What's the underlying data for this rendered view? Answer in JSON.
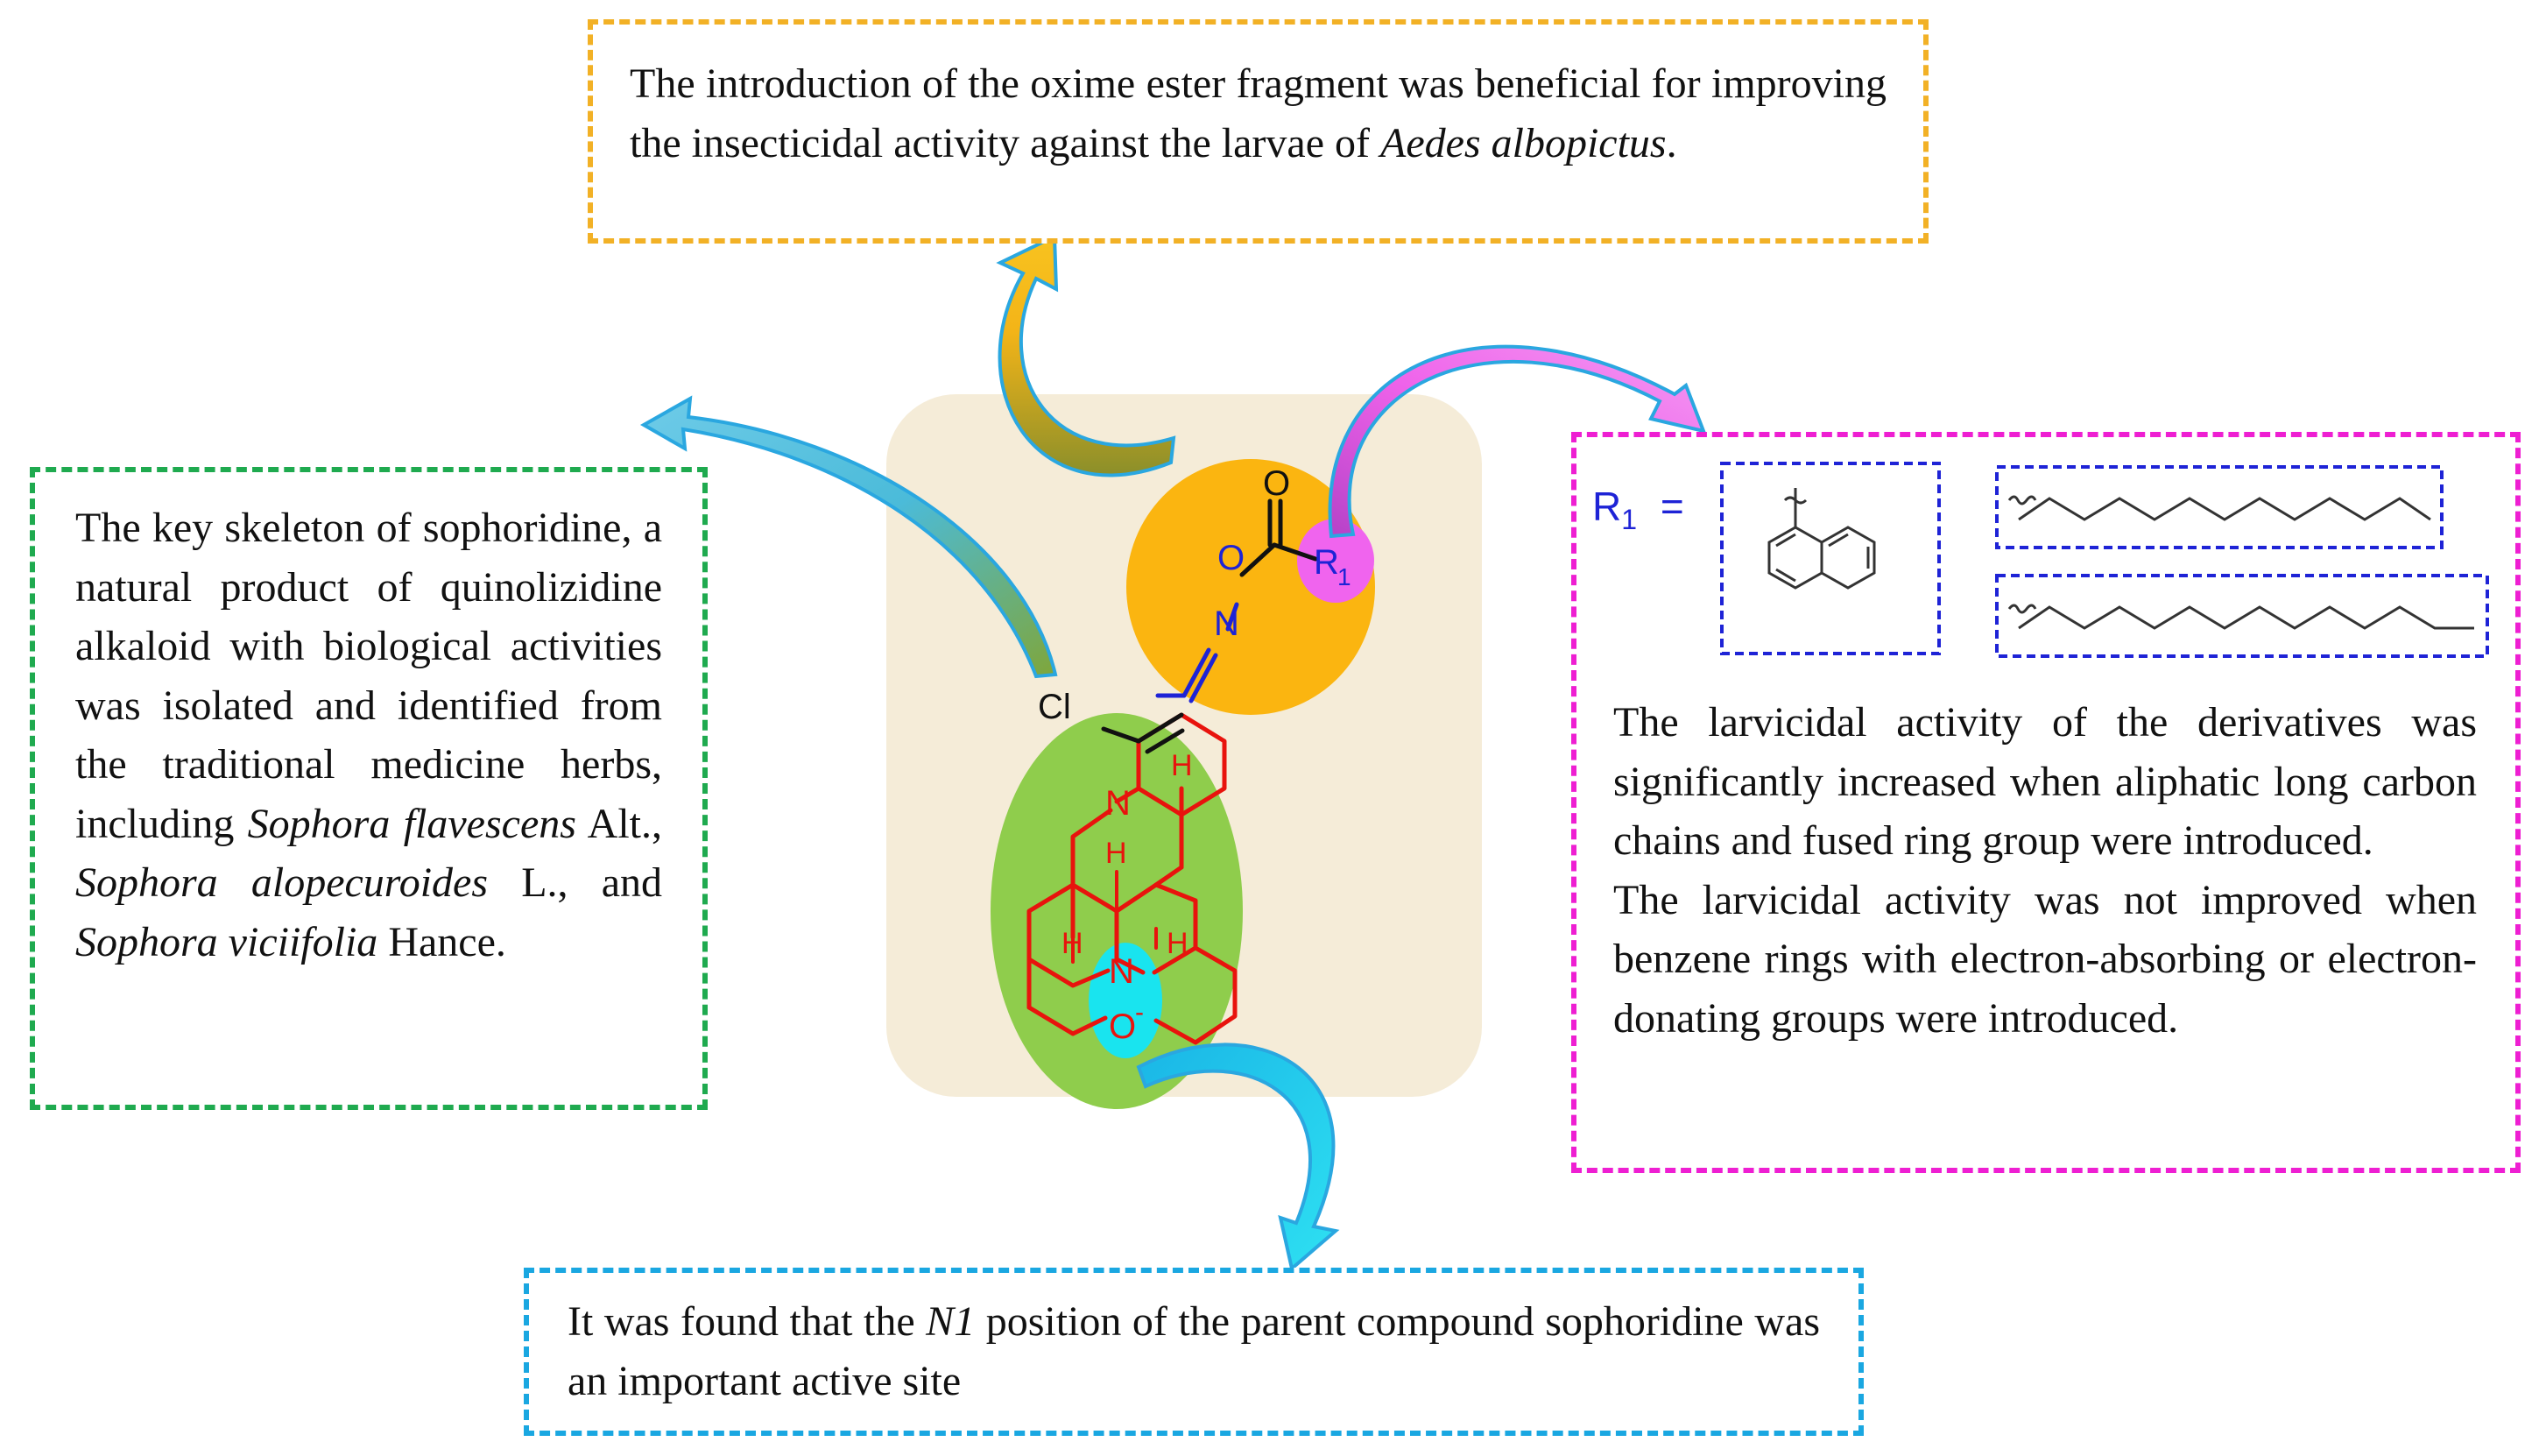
{
  "top_box": {
    "text_prefix": "The introduction of the oxime ester fragment was beneficial for improving the insecticidal activity against the larvae of ",
    "text_italic": "Aedes albopictus",
    "text_suffix": "."
  },
  "left_box": {
    "text_1": "The key skeleton of sophoridine, a natural product of quinolizidine alkaloid with biological activities was isolated and identified from the traditional medicine herbs, including ",
    "italic_1": "Sophora flavescens",
    "text_2": " Alt., ",
    "italic_2": "Sophora alopecuroides",
    "text_3": " L., and ",
    "italic_3": "Sophora viciifolia",
    "text_4": " Hance."
  },
  "right_box": {
    "r_label": "R",
    "r_subscript": "1",
    "r_equals": "=",
    "paragraph_1": "The larvicidal activity of the derivatives was significantly increased when aliphatic long carbon chains and fused ring group were introduced.",
    "paragraph_2": "The larvicidal activity was not improved when benzene rings with electron-absorbing or electron-donating groups were introduced."
  },
  "bottom_box": {
    "text_prefix": "It was found that the ",
    "text_italic": "N1",
    "text_suffix": " position of the parent compound sophoridine was an important active site"
  },
  "molecule": {
    "atom_o_carbonyl": "O",
    "atom_o_ester": "O",
    "atom_n_oxime": "N",
    "atom_r": "R",
    "atom_r_sub": "1",
    "atom_cl": "Cl",
    "atom_n_ring": "N",
    "atom_n_oxide": "N",
    "atom_o_oxide": "O",
    "charge_minus": "-",
    "h_label": "H"
  },
  "colors": {
    "top_border": "#f2b126",
    "left_border": "#1faa4f",
    "right_border": "#ee1fd2",
    "bottom_border": "#1aa7e1",
    "background_panel": "#f5ecd8",
    "orange_ellipse": "#fbb510",
    "green_ellipse": "#8fcd4c",
    "magenta_ellipse": "#f064ee",
    "cyan_ellipse": "#19e4ef",
    "ring_red": "#e8130d",
    "oxime_blue": "#1e23d6"
  }
}
